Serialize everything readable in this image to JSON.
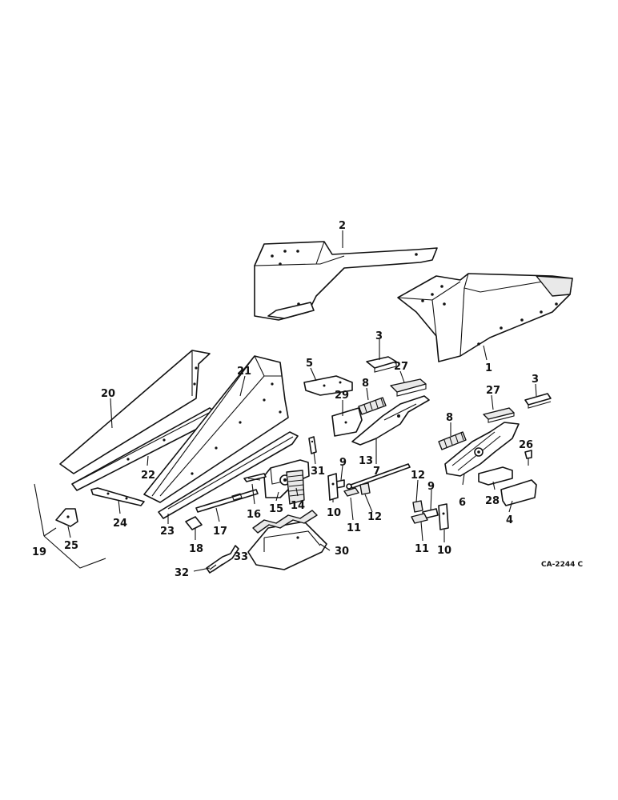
{
  "figure_code": "CA-2244 C",
  "callouts": {
    "c1": "1",
    "c2": "2",
    "c3a": "3",
    "c3b": "3",
    "c4": "4",
    "c5": "5",
    "c6": "6",
    "c7": "7",
    "c8a": "8",
    "c8b": "8",
    "c9a": "9",
    "c9b": "9",
    "c10a": "10",
    "c10b": "10",
    "c11a": "11",
    "c11b": "11",
    "c12a": "12",
    "c12b": "12",
    "c13": "13",
    "c14": "14",
    "c15": "15",
    "c16": "16",
    "c17": "17",
    "c18": "18",
    "c19": "19",
    "c20": "20",
    "c21": "21",
    "c22": "22",
    "c23": "23",
    "c24": "24",
    "c25": "25",
    "c26": "26",
    "c27a": "27",
    "c27b": "27",
    "c28": "28",
    "c29": "29",
    "c30": "30",
    "c31": "31",
    "c32": "32",
    "c33": "33"
  }
}
